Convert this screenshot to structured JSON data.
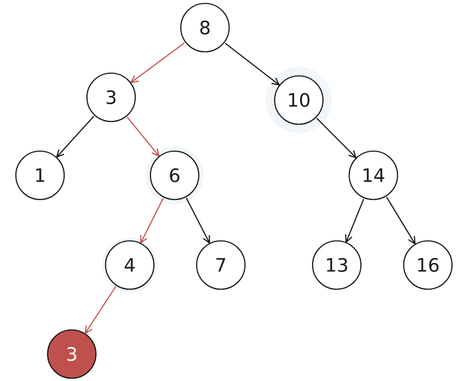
{
  "colors": {
    "node_stroke": "#111111",
    "node_fill": "#ffffff",
    "edge_default": "#111111",
    "edge_highlight": "#c0504d",
    "highlight_fill": "#c0504d",
    "label_dark": "#1a1a1a",
    "label_light": "#ffffff",
    "smudge": "#aecbe0"
  },
  "tree": {
    "nodes": [
      {
        "id": "n8",
        "label": "8"
      },
      {
        "id": "n3",
        "label": "3"
      },
      {
        "id": "n10",
        "label": "10"
      },
      {
        "id": "n1",
        "label": "1"
      },
      {
        "id": "n6",
        "label": "6"
      },
      {
        "id": "n14",
        "label": "14"
      },
      {
        "id": "n4",
        "label": "4"
      },
      {
        "id": "n7",
        "label": "7"
      },
      {
        "id": "n13",
        "label": "13"
      },
      {
        "id": "n16",
        "label": "16"
      },
      {
        "id": "n3new",
        "label": "3",
        "highlighted": true
      }
    ],
    "edges": [
      {
        "from": "n8",
        "to": "n3",
        "on_path": true
      },
      {
        "from": "n8",
        "to": "n10",
        "on_path": false
      },
      {
        "from": "n3",
        "to": "n1",
        "on_path": false
      },
      {
        "from": "n3",
        "to": "n6",
        "on_path": true
      },
      {
        "from": "n10",
        "to": "n14",
        "on_path": false
      },
      {
        "from": "n6",
        "to": "n4",
        "on_path": true
      },
      {
        "from": "n6",
        "to": "n7",
        "on_path": false
      },
      {
        "from": "n14",
        "to": "n13",
        "on_path": false
      },
      {
        "from": "n14",
        "to": "n16",
        "on_path": false
      },
      {
        "from": "n4",
        "to": "n3new",
        "on_path": true
      }
    ]
  }
}
